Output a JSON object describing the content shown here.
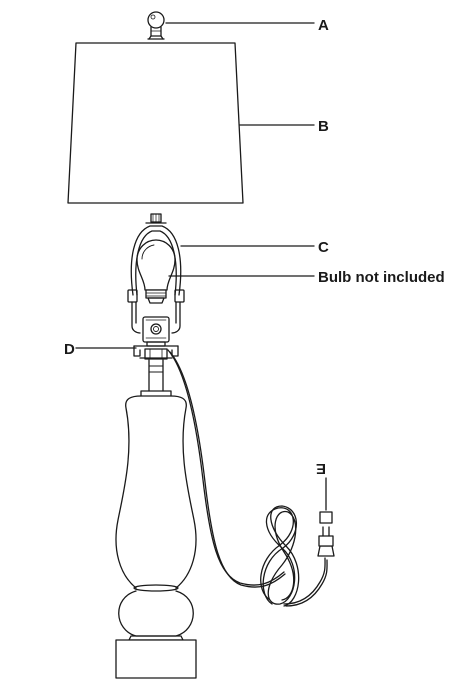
{
  "diagram": {
    "callouts": {
      "a": "A",
      "b": "B",
      "c": "C",
      "bulb": "Bulb not included",
      "d": "D",
      "e": "E"
    },
    "parts": [
      "finial",
      "lampshade",
      "harp",
      "light-bulb",
      "socket",
      "harp-saddle",
      "lamp-base",
      "power-cord",
      "plug"
    ]
  }
}
